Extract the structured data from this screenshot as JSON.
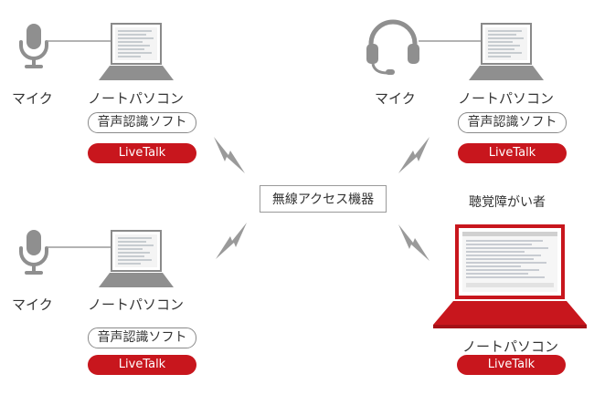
{
  "router": {
    "label": "無線アクセス機器"
  },
  "nodes": [
    {
      "device_label": "マイク",
      "laptop_label": "ノートパソコン",
      "software_label": "音声認識ソフト",
      "app_label": "LiveTalk"
    },
    {
      "device_label": "マイク",
      "laptop_label": "ノートパソコン",
      "software_label": "音声認識ソフト",
      "app_label": "LiveTalk"
    },
    {
      "device_label": "マイク",
      "laptop_label": "ノートパソコン",
      "software_label": "音声認識ソフト",
      "app_label": "LiveTalk"
    }
  ],
  "hearing_node": {
    "title": "聴覚障がい者",
    "laptop_label": "ノートパソコン",
    "app_label": "LiveTalk"
  },
  "colors": {
    "accent_red": "#c8161d",
    "device_gray": "#8f8f8f",
    "line_gray": "#b0b0b0"
  },
  "icons": [
    "microphone-icon",
    "headset-icon",
    "laptop-icon",
    "wireless-signal-icon"
  ]
}
